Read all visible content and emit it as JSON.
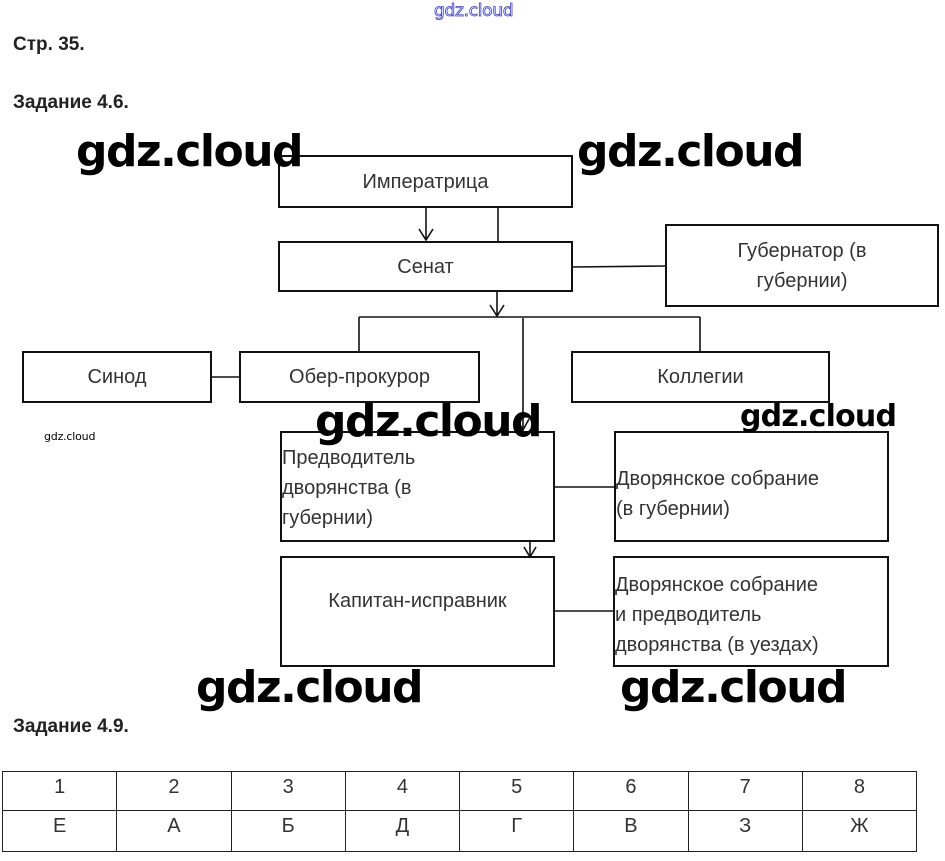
{
  "watermark_text": "gdz.cloud",
  "page_ref": "Стр. 35.",
  "task_4_6": {
    "title": "Задание 4.6.",
    "nodes": {
      "empress": "Императрица",
      "senate": "Сенат",
      "governor": [
        "Губернатор (в",
        "губернии)"
      ],
      "synod": "Синод",
      "ober_procurator": "Обер-прокурор",
      "collegia": "Коллегии",
      "marshal_province": [
        "Предводитель",
        "дворянства (в",
        "губернии)"
      ],
      "assembly_province": [
        "Дворянское собрание",
        "(в губернии)"
      ],
      "captain_ispravnik": "Капитан-исправник",
      "assembly_uezd": [
        "Дворянское собрание",
        "и предводитель",
        "дворянства (в уездах)"
      ]
    }
  },
  "task_4_9": {
    "title": "Задание 4.9.",
    "numbers": [
      "1",
      "2",
      "3",
      "4",
      "5",
      "6",
      "7",
      "8"
    ],
    "letters": [
      "Е",
      "А",
      "Б",
      "Д",
      "Г",
      "В",
      "З",
      "Ж"
    ]
  }
}
